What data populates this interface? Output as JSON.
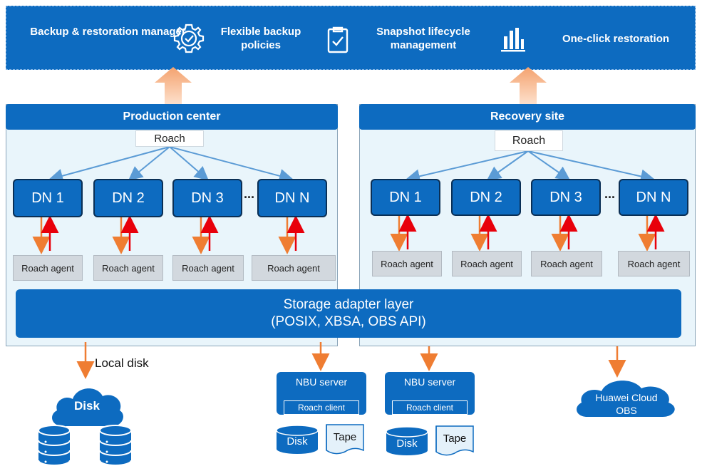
{
  "features": [
    {
      "label": "Backup & restoration manager",
      "icon": null
    },
    {
      "label": "Flexible backup policies",
      "icon": "gear-check-icon"
    },
    {
      "label": "Snapshot lifecycle management",
      "icon": "clipboard-check-icon"
    },
    {
      "label": "One-click restoration",
      "icon": "bar-chart-icon"
    }
  ],
  "production": {
    "title": "Production center",
    "roach": "Roach",
    "dns": [
      "DN 1",
      "DN 2",
      "DN 3",
      "DN N"
    ],
    "agents": [
      "Roach agent",
      "Roach agent",
      "Roach agent",
      "Roach agent"
    ],
    "ellipsis": "..."
  },
  "recovery": {
    "title": "Recovery site",
    "roach": "Roach",
    "dns": [
      "DN 1",
      "DN 2",
      "DN 3",
      "DN N"
    ],
    "agents": [
      "Roach agent",
      "Roach agent",
      "Roach agent",
      "Roach agent"
    ],
    "ellipsis": "..."
  },
  "storage": {
    "line1": "Storage adapter layer",
    "line2": "(POSIX, XBSA, OBS API)"
  },
  "local": {
    "label": "Local disk",
    "cloud": "Disk"
  },
  "nbu": [
    {
      "title": "NBU server",
      "client": "Roach client",
      "disk": "Disk",
      "tape": "Tape"
    },
    {
      "title": "NBU server",
      "client": "Roach client",
      "disk": "Disk",
      "tape": "Tape"
    }
  ],
  "obs": {
    "line1": "Huawei Cloud",
    "line2": "OBS"
  },
  "colors": {
    "primary_blue": "#0d6bc0",
    "panel_bg": "#e9f5fb",
    "orange_arrow": "#ef7d32",
    "red_arrow": "#e8000b",
    "connector_blue": "#5b9bd5"
  }
}
